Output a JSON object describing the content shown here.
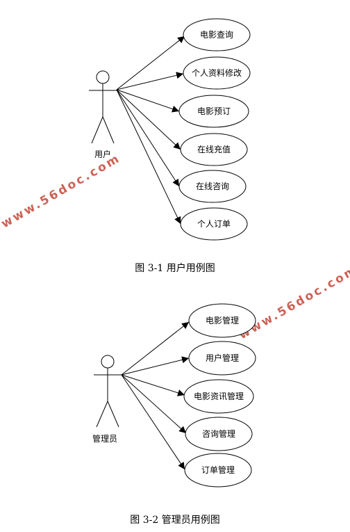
{
  "diagrams": [
    {
      "actor": "用户",
      "use_cases": [
        "电影查询",
        "个人资料修改",
        "电影预订",
        "在线充值",
        "在线咨询",
        "个人订单"
      ],
      "caption": "图 3-1  用户用例图"
    },
    {
      "actor": "管理员",
      "use_cases": [
        "电影管理",
        "用户管理",
        "电影资讯管理",
        "咨询管理",
        "订单管理"
      ],
      "caption": "图 3-2  管理员用例图"
    }
  ],
  "watermark": "www.56doc.com"
}
